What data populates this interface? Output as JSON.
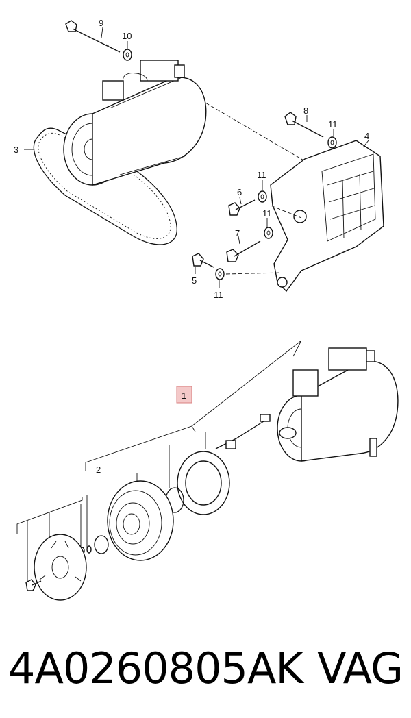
{
  "callouts": {
    "c1": "1",
    "c2": "2",
    "c3": "3",
    "c4": "4",
    "c5": "5",
    "c6": "6",
    "c7": "7",
    "c8": "8",
    "c9": "9",
    "c10": "10",
    "c11a": "11",
    "c11b": "11",
    "c11c": "11",
    "c11d": "11"
  },
  "footer": {
    "part_number": "4A0260805AK",
    "brand": "VAG"
  },
  "colors": {
    "highlight": "#f4c9c9",
    "ink": "#111111"
  }
}
